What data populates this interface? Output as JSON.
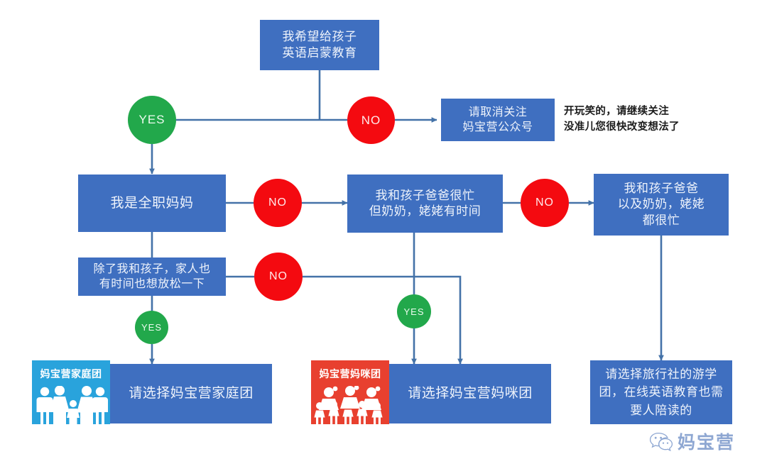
{
  "meta": {
    "title": "妈宝营 英语启蒙教育选择流程图",
    "palette": {
      "box_blue": "#3f6fc0",
      "yes_green": "#22a84b",
      "no_red": "#f40a10",
      "family_tile_blue": "#29a3dc",
      "mom_tile_red": "#e8402f",
      "connector_blue": "#4472a8",
      "background": "#ffffff",
      "watermark_blue": "#4a72b8"
    }
  },
  "nodes": {
    "start": {
      "text": "我希望给孩子\n英语启蒙教育"
    },
    "yes_1": {
      "label": "YES"
    },
    "no_1": {
      "label": "NO"
    },
    "unfollow": {
      "text": "请取消关注\n妈宝营公众号"
    },
    "joke_note": {
      "text": "开玩笑的，请继续关注\n没准儿您很快改变想法了"
    },
    "fulltime_mom": {
      "text": "我是全职妈妈"
    },
    "no_2": {
      "label": "NO"
    },
    "parents_busy": {
      "text": "我和孩子爸爸很忙\n但奶奶，姥姥有时间"
    },
    "no_3": {
      "label": "NO"
    },
    "all_busy": {
      "text": "我和孩子爸爸\n以及奶奶，姥姥\n都很忙"
    },
    "family_relax": {
      "text": "除了我和孩子，家人也\n有时间也想放松一下"
    },
    "no_4": {
      "label": "NO"
    },
    "yes_2": {
      "label": "YES"
    },
    "yes_3": {
      "label": "YES"
    },
    "choose_family": {
      "text": "请选择妈宝营家庭团"
    },
    "choose_mom": {
      "text": "请选择妈宝营妈咪团"
    },
    "choose_travel": {
      "text": "请选择旅行社的游学团，在线英语教育也需要人陪读的"
    }
  },
  "tiles": {
    "family": {
      "label": "妈宝营家庭团",
      "icon": "family-group-icon"
    },
    "mom": {
      "label": "妈宝营妈咪团",
      "icon": "mothers-group-icon"
    }
  },
  "watermark": {
    "text": "妈宝营",
    "icon": "wechat-icon"
  },
  "chart_data": {
    "type": "diagram",
    "title": "英语启蒙教育选择流程图",
    "edges": [
      {
        "from": "start",
        "to": "yes_1",
        "label": ""
      },
      {
        "from": "start",
        "to": "no_1",
        "label": ""
      },
      {
        "from": "no_1",
        "to": "unfollow",
        "label": ""
      },
      {
        "from": "yes_1",
        "to": "fulltime_mom",
        "label": ""
      },
      {
        "from": "fulltime_mom",
        "to": "no_2",
        "label": ""
      },
      {
        "from": "no_2",
        "to": "parents_busy",
        "label": ""
      },
      {
        "from": "parents_busy",
        "to": "no_3",
        "label": ""
      },
      {
        "from": "no_3",
        "to": "all_busy",
        "label": ""
      },
      {
        "from": "fulltime_mom",
        "to": "family_relax",
        "label": ""
      },
      {
        "from": "family_relax",
        "to": "no_4",
        "label": ""
      },
      {
        "from": "no_4",
        "to": "choose_mom",
        "label": ""
      },
      {
        "from": "family_relax",
        "to": "yes_3",
        "label": "YES"
      },
      {
        "from": "yes_3",
        "to": "choose_family",
        "label": ""
      },
      {
        "from": "parents_busy",
        "to": "yes_2",
        "label": "YES"
      },
      {
        "from": "yes_2",
        "to": "choose_mom",
        "label": ""
      },
      {
        "from": "all_busy",
        "to": "choose_travel",
        "label": ""
      }
    ]
  }
}
